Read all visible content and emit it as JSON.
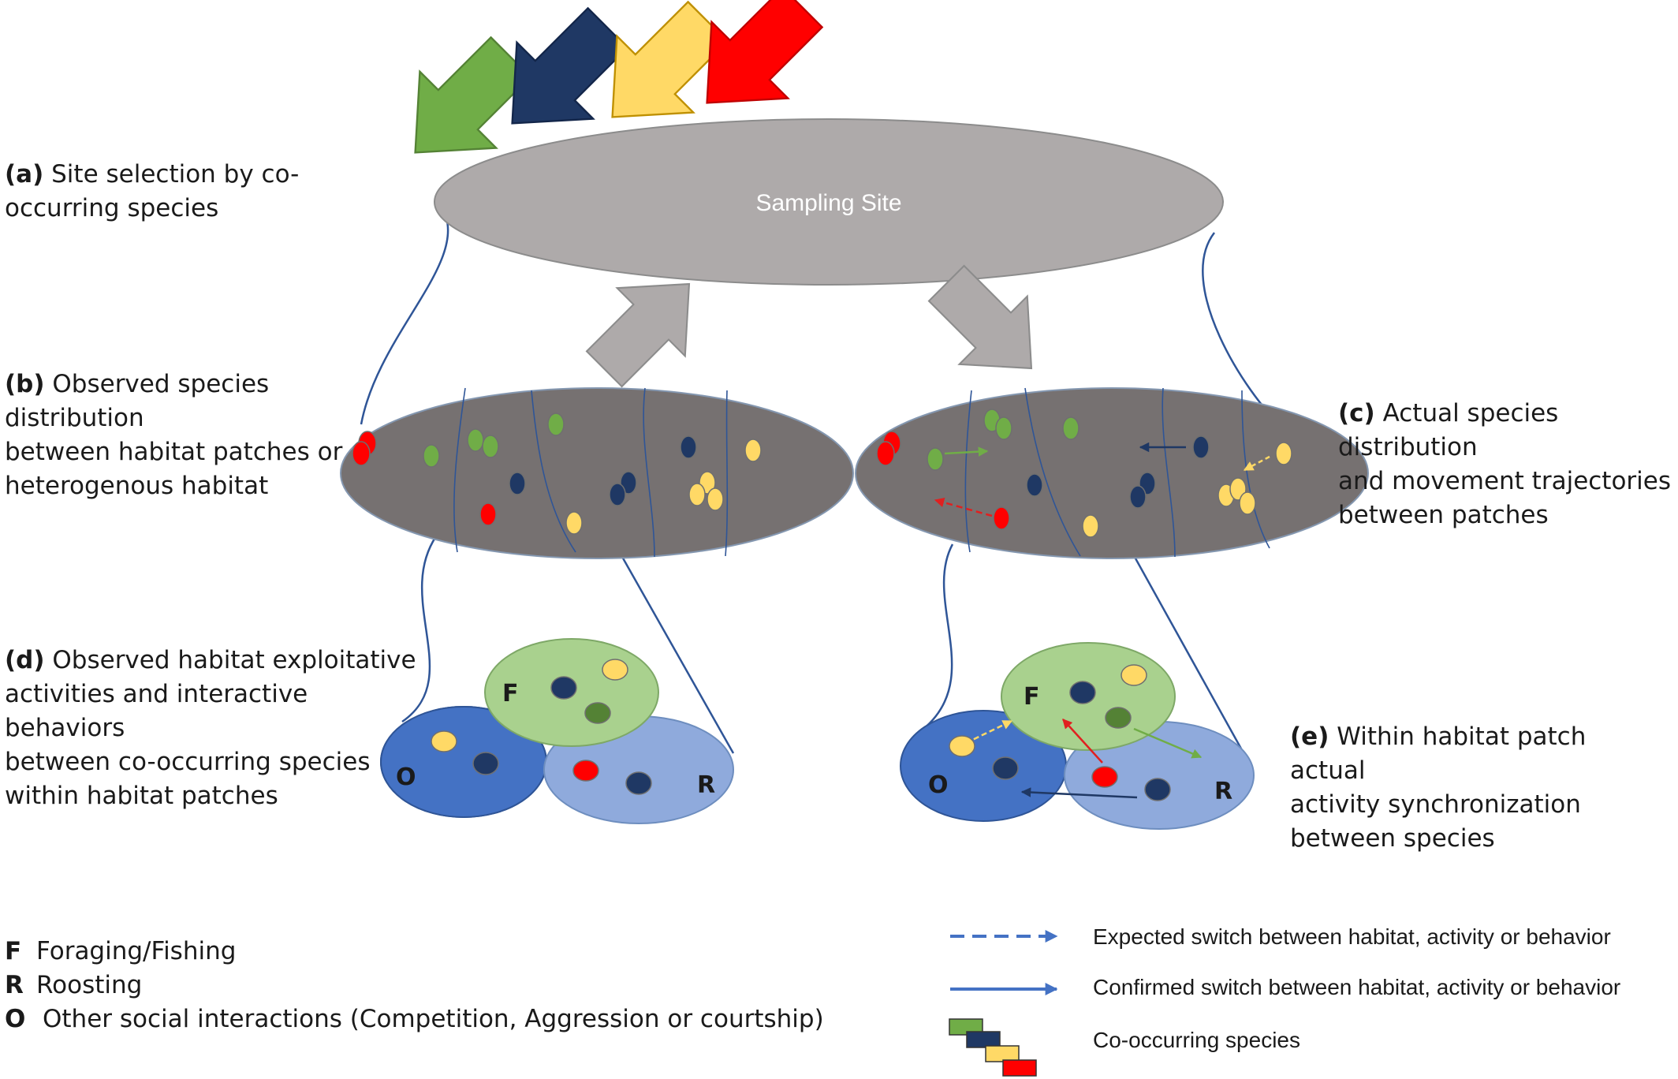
{
  "site": {
    "label": "Sampling Site"
  },
  "panels": {
    "a": {
      "tag": "(a)",
      "text": "Site selection by co-\noccurring species"
    },
    "b": {
      "tag": "(b)",
      "text": "Observed species distribution\nbetween habitat patches or\nheterogenous habitat"
    },
    "c": {
      "tag": "(c)",
      "text": "Actual species distribution\nand movement trajectories\nbetween patches"
    },
    "d": {
      "tag": "(d)",
      "text": "Observed habitat exploitative\nactivities and interactive behaviors\nbetween co-occurring species\nwithin habitat patches"
    },
    "e": {
      "tag": "(e)",
      "text": "Within habitat patch actual\nactivity synchronization\nbetween species"
    }
  },
  "activity_letters": {
    "foraging": "F",
    "roosting": "R",
    "other": "O"
  },
  "legend_left": [
    {
      "key": "F",
      "text": "Foraging/Fishing"
    },
    {
      "key": "R",
      "text": "Roosting"
    },
    {
      "key": "O",
      "text": "Other social interactions (Competition, Aggression or courtship)"
    }
  ],
  "legend_right": {
    "expected": "Expected switch between habitat, activity or behavior",
    "confirmed": "Confirmed switch between habitat, activity or behavior",
    "cooccurring": "Co-occurring species"
  },
  "colors": {
    "green": "#6ab04c",
    "navy": "#1f3864",
    "yellow": "#ffd966",
    "red": "#ff0000",
    "site_gray": "#aeaaaa",
    "habitat_gray": "#767171",
    "foraging": "#a9d18e",
    "other": "#4472c4",
    "roosting": "#8faadc",
    "line_blue": "#2f5597"
  }
}
